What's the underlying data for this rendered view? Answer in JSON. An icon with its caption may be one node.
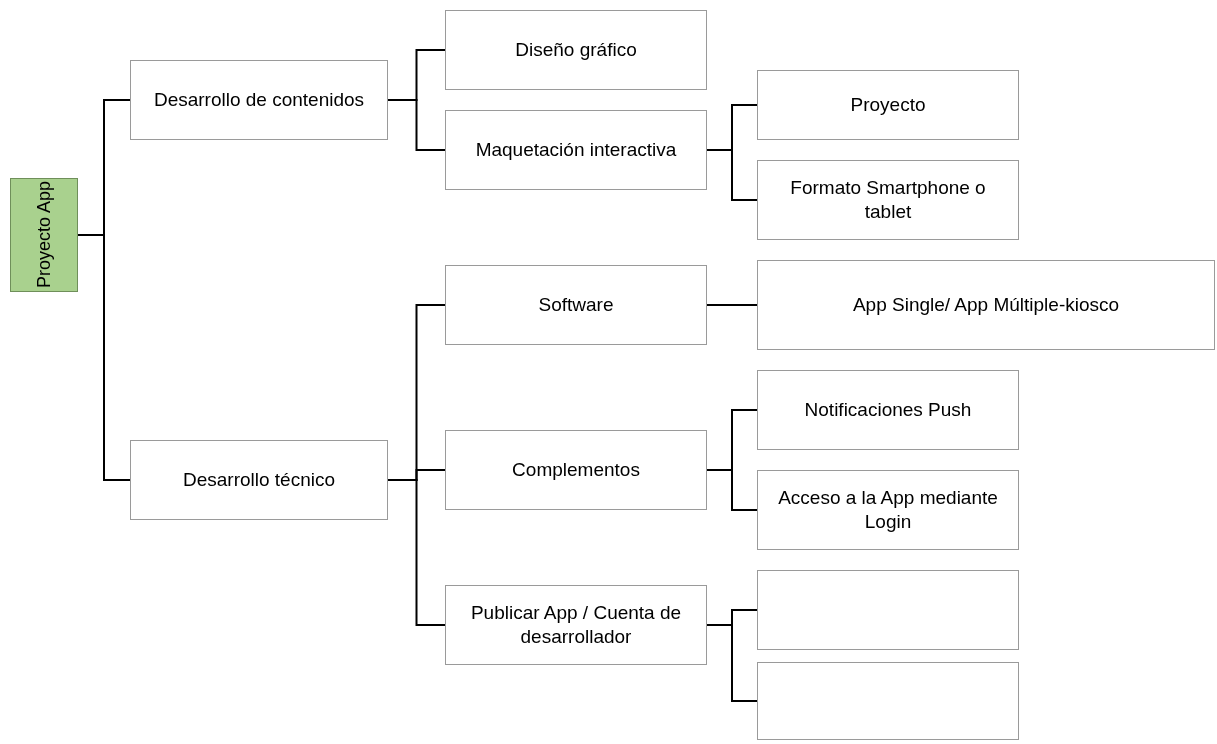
{
  "diagram": {
    "nodes": [
      {
        "text": [
          "Proyecto App"
        ]
      },
      {
        "text": [
          "Desarrollo de contenidos"
        ]
      },
      {
        "text": [
          "Desarrollo técnico"
        ]
      },
      {
        "text": [
          "Diseño gráfico"
        ]
      },
      {
        "text": [
          "Maquetación interactiva"
        ]
      },
      {
        "text": [
          "Proyecto"
        ]
      },
      {
        "text": [
          "Formato Smartphone o tablet"
        ]
      },
      {
        "text": [
          "Software"
        ]
      },
      {
        "text": [
          "App Single/ App Múltiple-kiosco"
        ]
      },
      {
        "text": [
          "Complementos"
        ]
      },
      {
        "text": [
          "Notificaciones Push"
        ]
      },
      {
        "text": [
          "Acceso a la App mediante Login"
        ]
      },
      {
        "text": [
          "Publicar App / Cuenta de desarrollador"
        ]
      },
      {
        "text": [],
        "shape": "box"
      },
      {
        "text": [],
        "shape": "box"
      }
    ],
    "edges": [
      {
        "from": 0,
        "to": 1,
        "arrow": "none"
      },
      {
        "from": 0,
        "to": 2,
        "arrow": "none"
      },
      {
        "from": 1,
        "to": 3,
        "arrow": "none"
      },
      {
        "from": 1,
        "to": 4,
        "arrow": "none"
      },
      {
        "from": 4,
        "to": 5,
        "arrow": "none"
      },
      {
        "from": 4,
        "to": 6,
        "arrow": "none"
      },
      {
        "from": 2,
        "to": 7,
        "arrow": "none"
      },
      {
        "from": 2,
        "to": 9,
        "arrow": "none"
      },
      {
        "from": 2,
        "to": 12,
        "arrow": "none"
      },
      {
        "from": 7,
        "to": 8,
        "arrow": "none"
      },
      {
        "from": 9,
        "to": 10,
        "arrow": "none"
      },
      {
        "from": 9,
        "to": 11,
        "arrow": "none"
      },
      {
        "from": 12,
        "to": 13,
        "arrow": "none"
      },
      {
        "from": 12,
        "to": 14,
        "arrow": "none"
      }
    ]
  }
}
